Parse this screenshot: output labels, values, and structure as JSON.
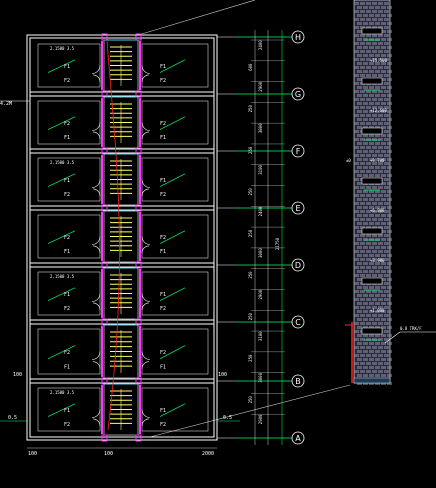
{
  "drawing": {
    "colors": {
      "background": "#000000",
      "wall": "#ffffff",
      "axis": "#00ff66",
      "stair": "#ffff66",
      "door": "#ffffff",
      "column": "#ff33ff",
      "accent_red": "#ff2222",
      "elevation_brick": "#8a8aa8",
      "dim_text": "#ffffff"
    },
    "axes": [
      "H",
      "G",
      "F",
      "E",
      "D",
      "C",
      "B",
      "A"
    ],
    "room_labels": [
      "F1",
      "F2"
    ],
    "room_tags": [
      "2.1500 3.5",
      "2.1500 3.5",
      "2.1500 3.5",
      "2.1500 3.5"
    ],
    "right_dims": [
      "2400",
      "600",
      "2900",
      "250",
      "3800",
      "250",
      "3100",
      "250",
      "2400",
      "250",
      "3000",
      "250",
      "2900",
      "250",
      "3100",
      "250",
      "3000",
      "250",
      "2900"
    ],
    "total_dim": "21750",
    "left_dims": [
      "4.2M",
      "100",
      "0.5",
      "100"
    ],
    "right_side_dims": [
      "100",
      "0.5"
    ],
    "bottom_dims": [
      "100",
      "100",
      "2000"
    ],
    "elevation_marks": [
      "+15.500",
      "+12.600",
      "+9.700",
      "+6.800",
      "+3.900",
      "+1.000"
    ],
    "elevation_note": "0.8 TRK/F",
    "elevation_side_text": "±0"
  }
}
